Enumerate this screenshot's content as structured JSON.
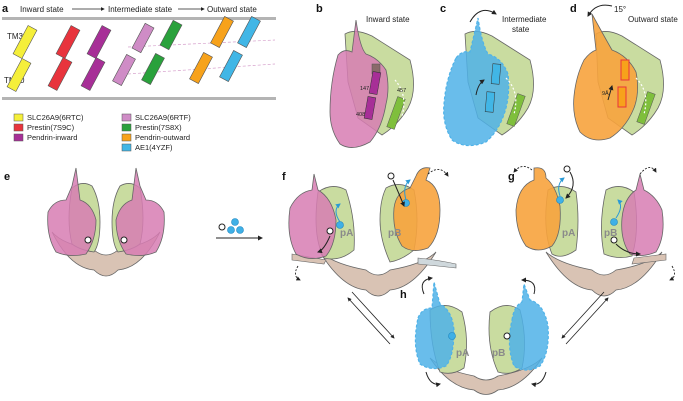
{
  "panels": {
    "a": "a",
    "b": "b",
    "c": "c",
    "d": "d",
    "e": "e",
    "f": "f",
    "g": "g",
    "h": "h"
  },
  "states": {
    "inward": "Inward state",
    "intermediate": "Intermediate state",
    "outward": "Outward state"
  },
  "panel_b": {
    "label": "Inward state",
    "residue_147": "147",
    "residue_408": "408",
    "residue_457": "457"
  },
  "panel_c": {
    "label_line1": "Intermediate",
    "label_line2": "state"
  },
  "panel_d": {
    "label": "Outward state",
    "angle": "15°",
    "distance": "9Å"
  },
  "helices": {
    "tm3": "TM3",
    "tm10": "TM10"
  },
  "legend": [
    {
      "label": "SLC26A9(6RTC)",
      "color": "#f5ef3a"
    },
    {
      "label": "Prestin(7S9C)",
      "color": "#e8343d"
    },
    {
      "label": "Pendrin-inward",
      "color": "#a72f97"
    },
    {
      "label": "SLC26A9(6RTF)",
      "color": "#cf8cc6"
    },
    {
      "label": "Prestin(7S8X)",
      "color": "#2aa13c"
    },
    {
      "label": "Pendrin-outward",
      "color": "#f7a21b"
    },
    {
      "label": "AE1(4YZF)",
      "color": "#41b6e6"
    }
  ],
  "domains": {
    "pa": "pA",
    "pb": "pB"
  },
  "colors": {
    "pink": "#d77cb3",
    "green": "#c9dca0",
    "orange": "#f7a33d",
    "blue": "#4fb2e8",
    "tan": "#d9c3b4",
    "membrane": "#b4b4b4"
  }
}
